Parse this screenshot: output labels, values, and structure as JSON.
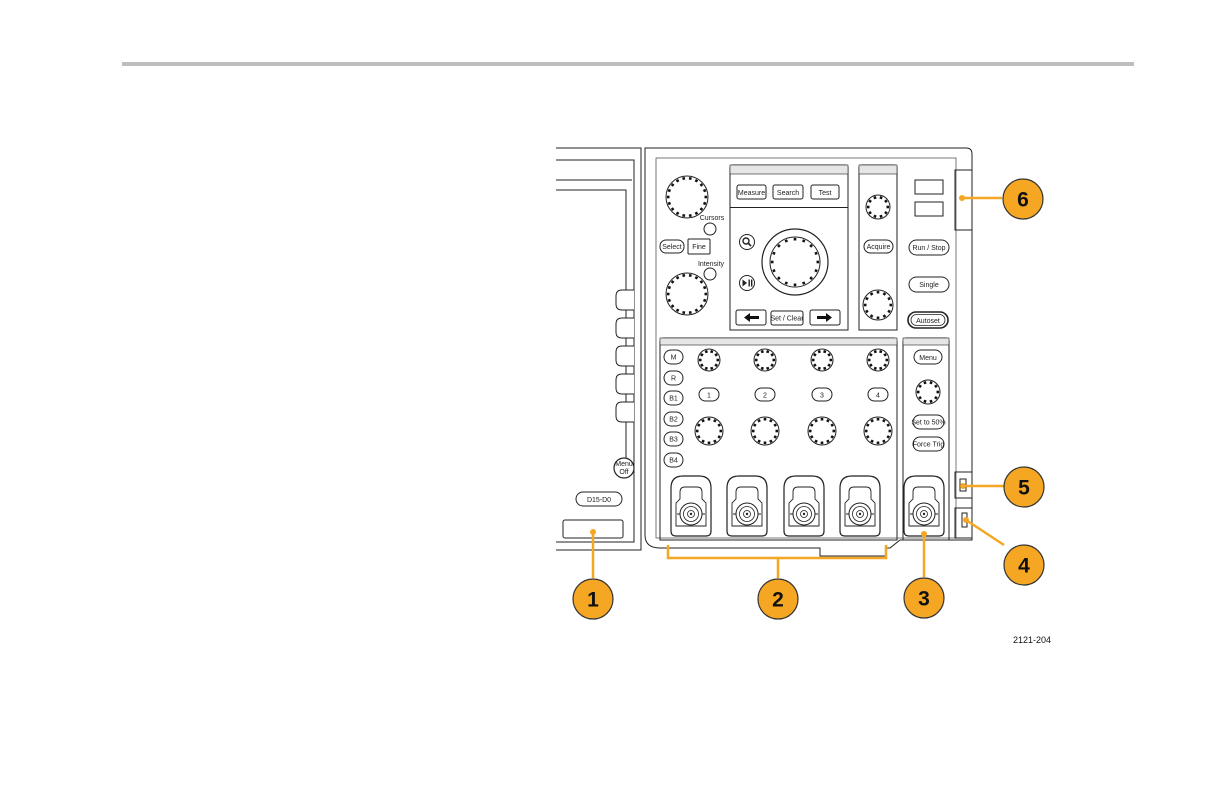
{
  "labels": {
    "knob_a": "Cursors",
    "knob_b": "Intensity",
    "select": "Select",
    "fine": "Fine",
    "measure": "Measure",
    "search": "Search",
    "test": "Test",
    "set_clear": "Set / Clear",
    "acquire": "Acquire",
    "run_stop": "Run / Stop",
    "single": "Single",
    "autoset": "Autoset",
    "menu": "Menu",
    "set_50": "Set to 50%",
    "force_trig": "Force Trig",
    "digital": "D15-D0",
    "menu_off_1": "Menu",
    "menu_off_2": "Off",
    "channel_buttons": [
      "M",
      "R",
      "B1",
      "B2",
      "B3",
      "B4"
    ],
    "channels": [
      "1",
      "2",
      "3",
      "4"
    ]
  },
  "callouts": [
    "1",
    "2",
    "3",
    "4",
    "5",
    "6"
  ],
  "colors": {
    "callout": "#F5A623",
    "leader": "#F5A623",
    "rule": "#BDBDBD",
    "ink": "#222222"
  },
  "figure_id": "2121-204"
}
